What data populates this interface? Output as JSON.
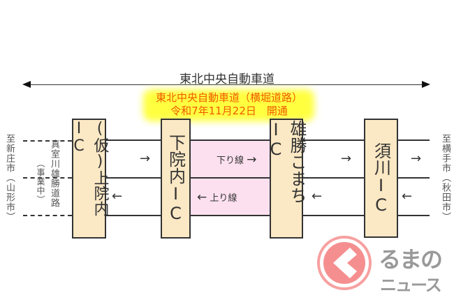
{
  "title": "東北中央自動車道",
  "notice": {
    "line1": "東北中央自動車道（横堀道路）",
    "line2": "令和7年11月22日　開通"
  },
  "left_destination": "至新庄市（山形市）",
  "left_road": "真室川雄勝道路",
  "left_road_status": "（事業中）",
  "right_destination": "至横手市（秋田市）",
  "interchanges": [
    {
      "name": "(仮)上院内IC"
    },
    {
      "name": "下院内IC"
    },
    {
      "name": "雄勝こまちIC"
    },
    {
      "name": "須川IC"
    }
  ],
  "down_line": "下り線",
  "up_line": "上り線",
  "arrow_right": "→",
  "arrow_left": "←",
  "logo": {
    "line1": "るまの",
    "line2": "ニュース"
  },
  "colors": {
    "box": "#fbe8c4",
    "new_section": "#fde0ef",
    "notice": "#f05a00",
    "highlight": "#ffff40"
  }
}
